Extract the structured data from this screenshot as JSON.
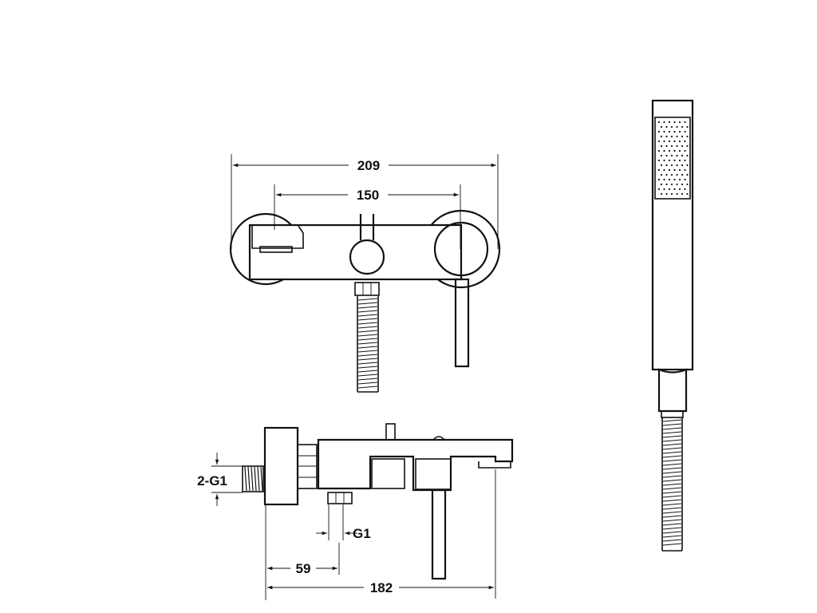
{
  "dimensions": {
    "front_overall_width": "209",
    "front_center_distance": "150",
    "side_overall_depth": "182",
    "side_outlet_offset": "59",
    "side_outlet_thread": "G1",
    "side_inlet_thread": "2-G1"
  }
}
